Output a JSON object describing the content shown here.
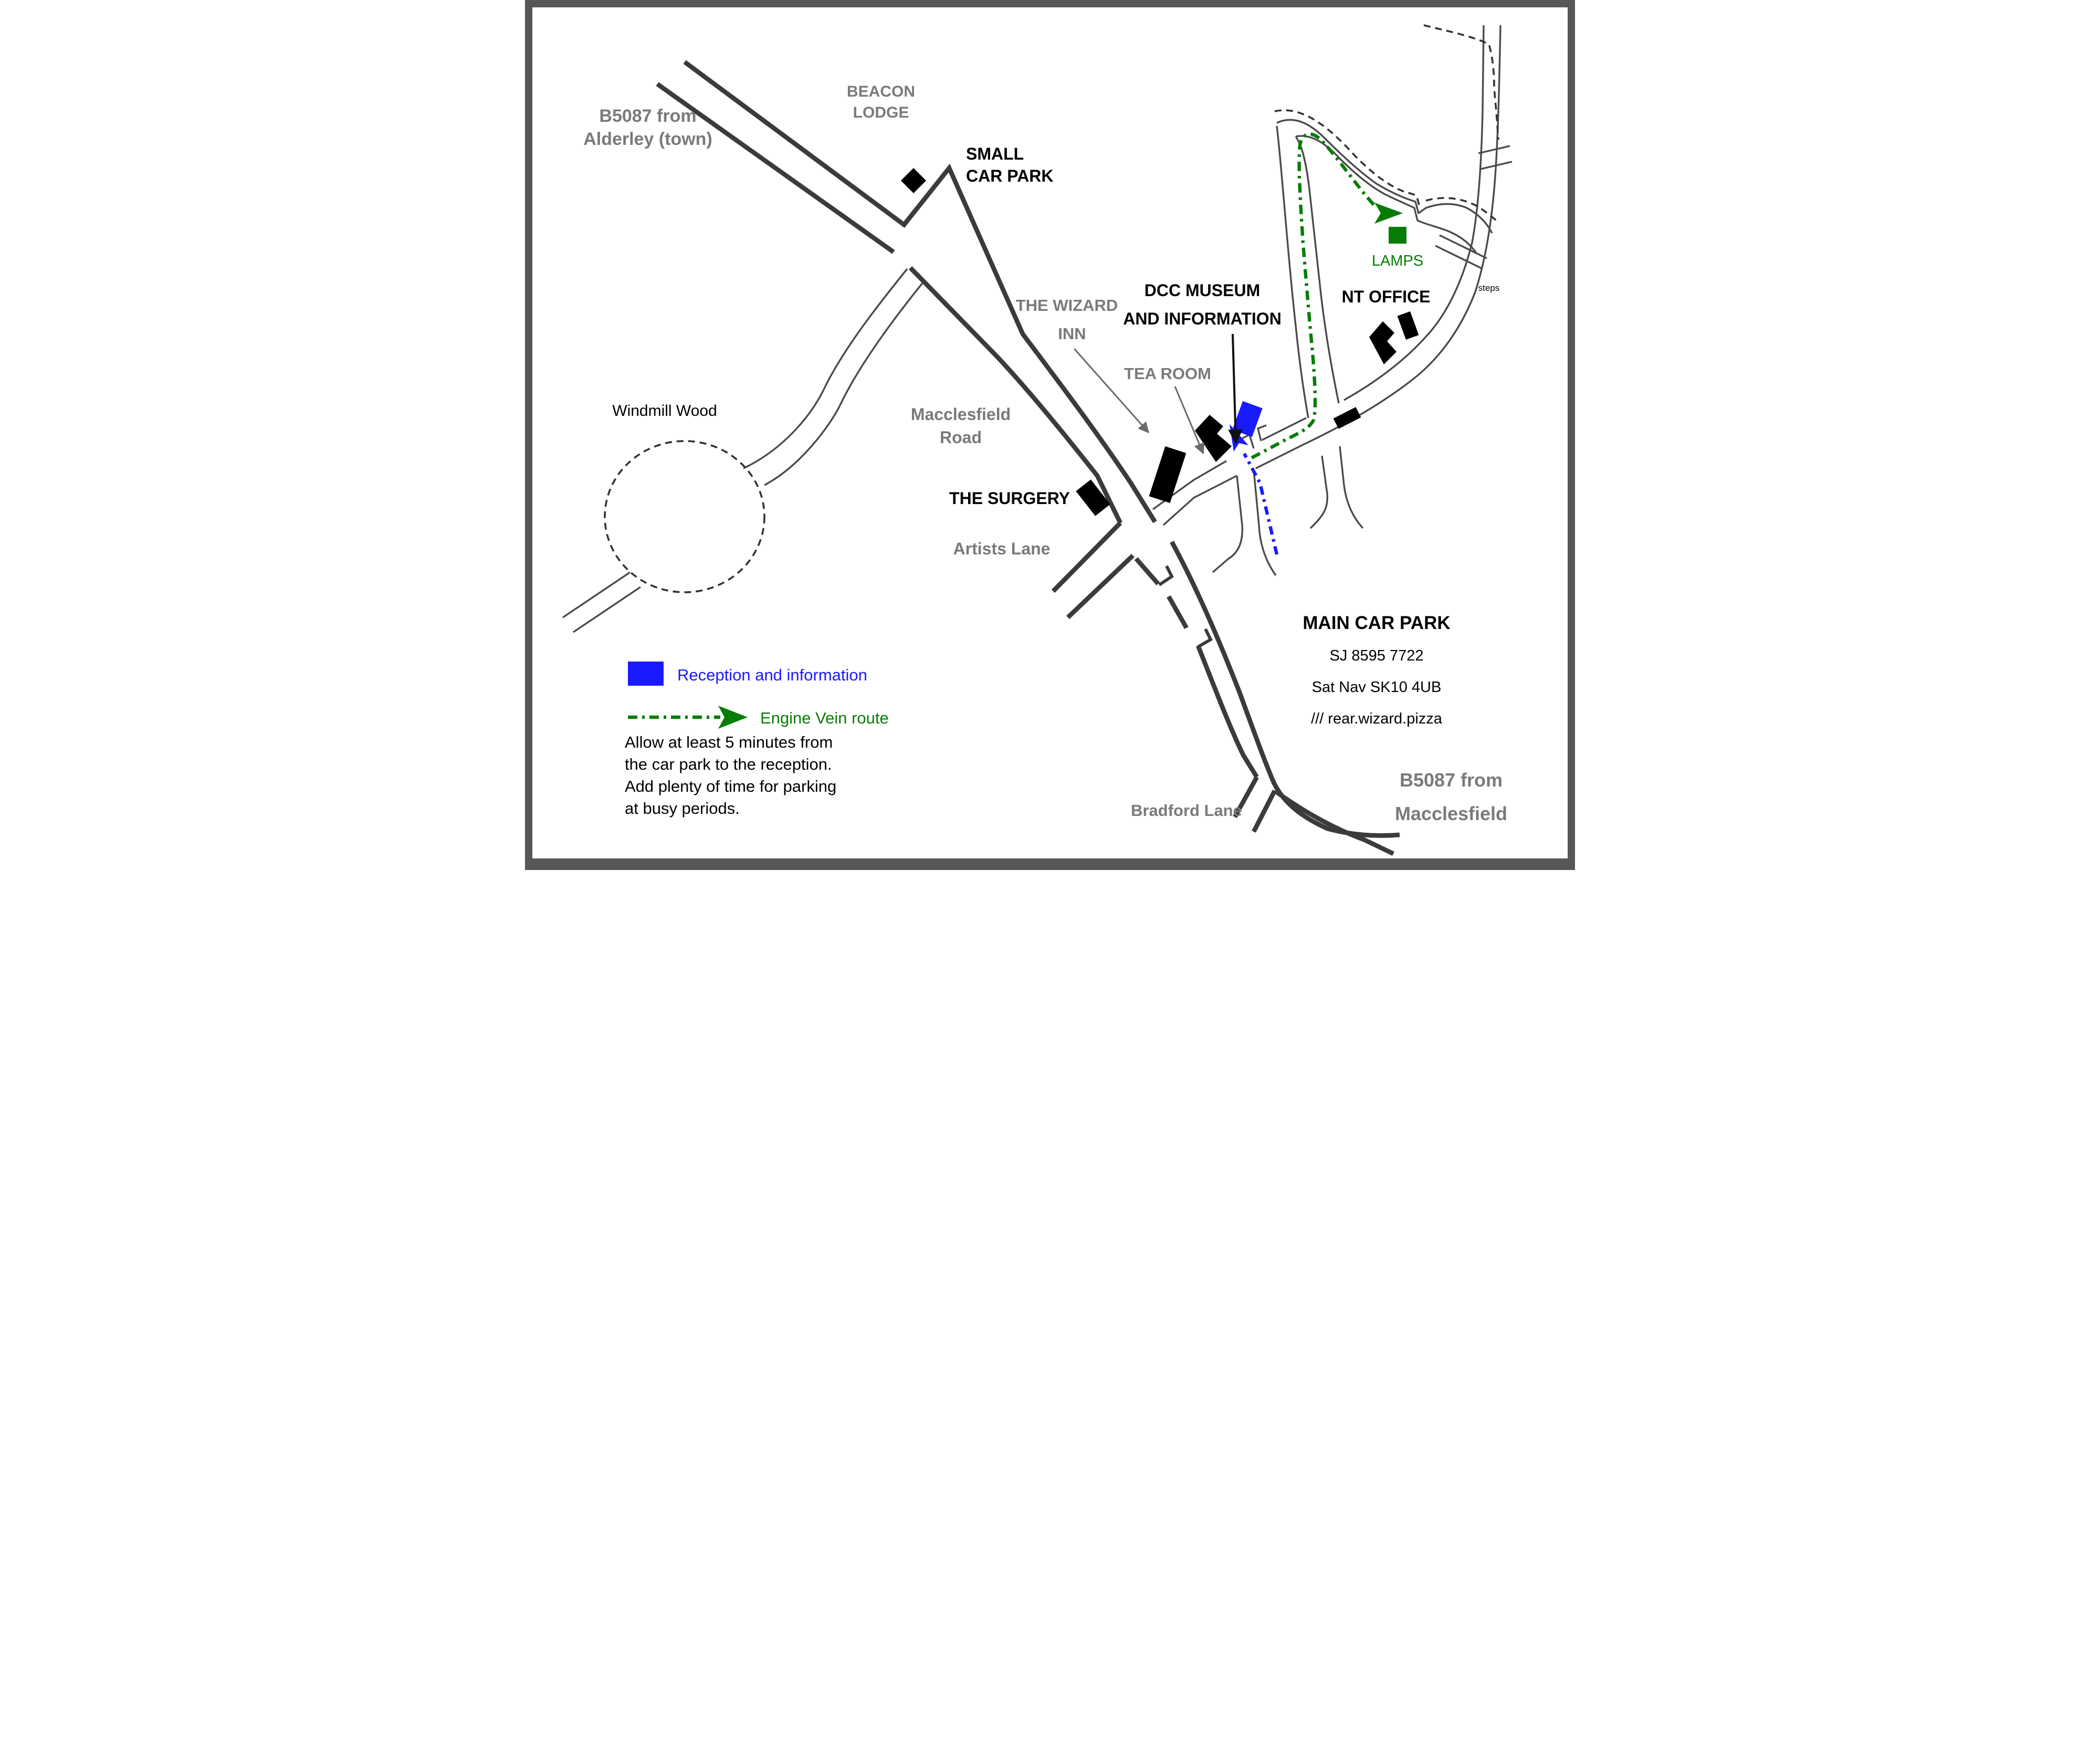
{
  "map": {
    "labels": {
      "b5087_alderley": {
        "line1": "B5087 from",
        "line2": "Alderley (town)"
      },
      "beacon_lodge": {
        "line1": "BEACON",
        "line2": "LODGE"
      },
      "small_car_park": {
        "line1": "SMALL",
        "line2": "CAR PARK"
      },
      "wizard_inn": {
        "line1": "THE WIZARD",
        "line2": "INN"
      },
      "dcc_museum": {
        "line1": "DCC MUSEUM",
        "line2": "AND INFORMATION"
      },
      "tea_room": "TEA ROOM",
      "nt_office": "NT OFFICE",
      "lamps": "LAMPS",
      "steps": "steps",
      "windmill_wood": "Windmill Wood",
      "macclesfield_road": {
        "line1": "Macclesfield",
        "line2": "Road"
      },
      "the_surgery": "THE SURGERY",
      "artists_lane": "Artists Lane",
      "main_car_park": {
        "title": "MAIN CAR PARK",
        "grid_ref": "SJ 8595 7722",
        "sat_nav": "Sat Nav SK10 4UB",
        "what3words": "/// rear.wizard.pizza"
      },
      "b5087_macclesfield": {
        "line1": "B5087 from",
        "line2": "Macclesfield"
      },
      "bradford_lane": "Bradford Lane"
    },
    "legend": {
      "reception_label": "Reception and information",
      "engine_vein_label": "Engine Vein route"
    },
    "note_lines": [
      "Allow at least 5 minutes from",
      "the car park to the reception.",
      "Add plenty of time for parking",
      "at busy periods."
    ],
    "colors": {
      "reception_blue": "#1a1aff",
      "route_green": "#077d07",
      "road_dark": "#3b3b3b",
      "label_gray": "#7a7a7a",
      "border_gray": "#57575a",
      "background": "#ffffff"
    }
  }
}
